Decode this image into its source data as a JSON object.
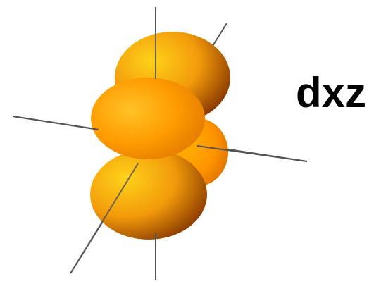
{
  "diagram": {
    "label": "dxz",
    "colors": {
      "lobe_highlight": "#ffd21a",
      "lobe_mid": "#f29a0a",
      "lobe_dark": "#8a3a00",
      "front_lobe_light": "#ffb820",
      "front_lobe_mid": "#ff9b00",
      "front_lobe_edge": "#e07800",
      "axis": "#555555"
    },
    "elements": {
      "axes": [
        "vertical-axis",
        "horizontal-axis",
        "diagonal-axis"
      ],
      "lobes": [
        "top-lobe",
        "right-lobe",
        "bottom-lobe",
        "front-lobe"
      ]
    }
  }
}
